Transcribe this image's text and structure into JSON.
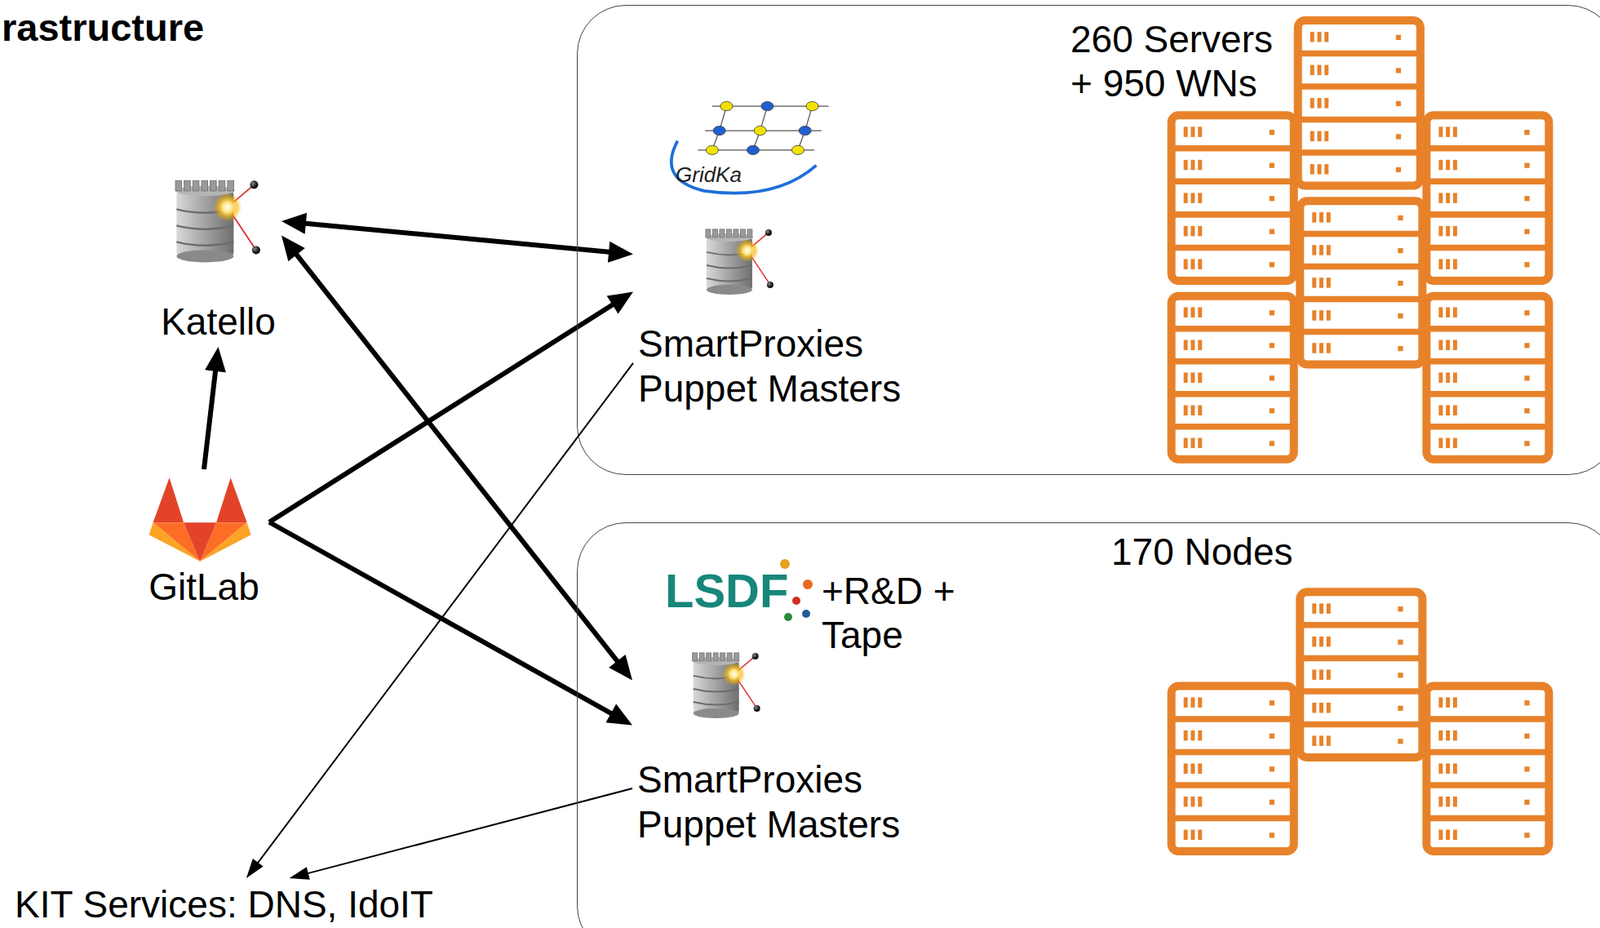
{
  "diagram": {
    "title": "rastructure",
    "nodes": [
      {
        "text": [
          "Katello"
        ]
      },
      {
        "text": [
          "GitLab"
        ]
      },
      {
        "text": [
          "KIT Services: DNS, IdoIT"
        ]
      },
      {
        "text": [
          "260 Servers + 950 WNs"
        ]
      },
      {
        "text": [
          "SmartProxies Puppet Masters"
        ],
        "in": 3
      },
      {
        "text": [
          "170 Nodes"
        ]
      },
      {
        "text": [
          "SmartProxies Puppet Masters"
        ],
        "in": 5
      }
    ],
    "edges": [
      {
        "from": 0,
        "to": 4,
        "arrow": "both"
      },
      {
        "from": 0,
        "to": 6,
        "arrow": "both"
      },
      {
        "from": 1,
        "to": 0,
        "arrow": "to"
      },
      {
        "from": 1,
        "to": 4,
        "arrow": "to"
      },
      {
        "from": 1,
        "to": 6,
        "arrow": "to"
      },
      {
        "from": 4,
        "to": 2,
        "arrow": "to"
      },
      {
        "from": 6,
        "to": 2,
        "arrow": "to"
      }
    ],
    "labels": [
      "GridKa",
      "LSDF",
      "+R&D + Tape"
    ]
  }
}
